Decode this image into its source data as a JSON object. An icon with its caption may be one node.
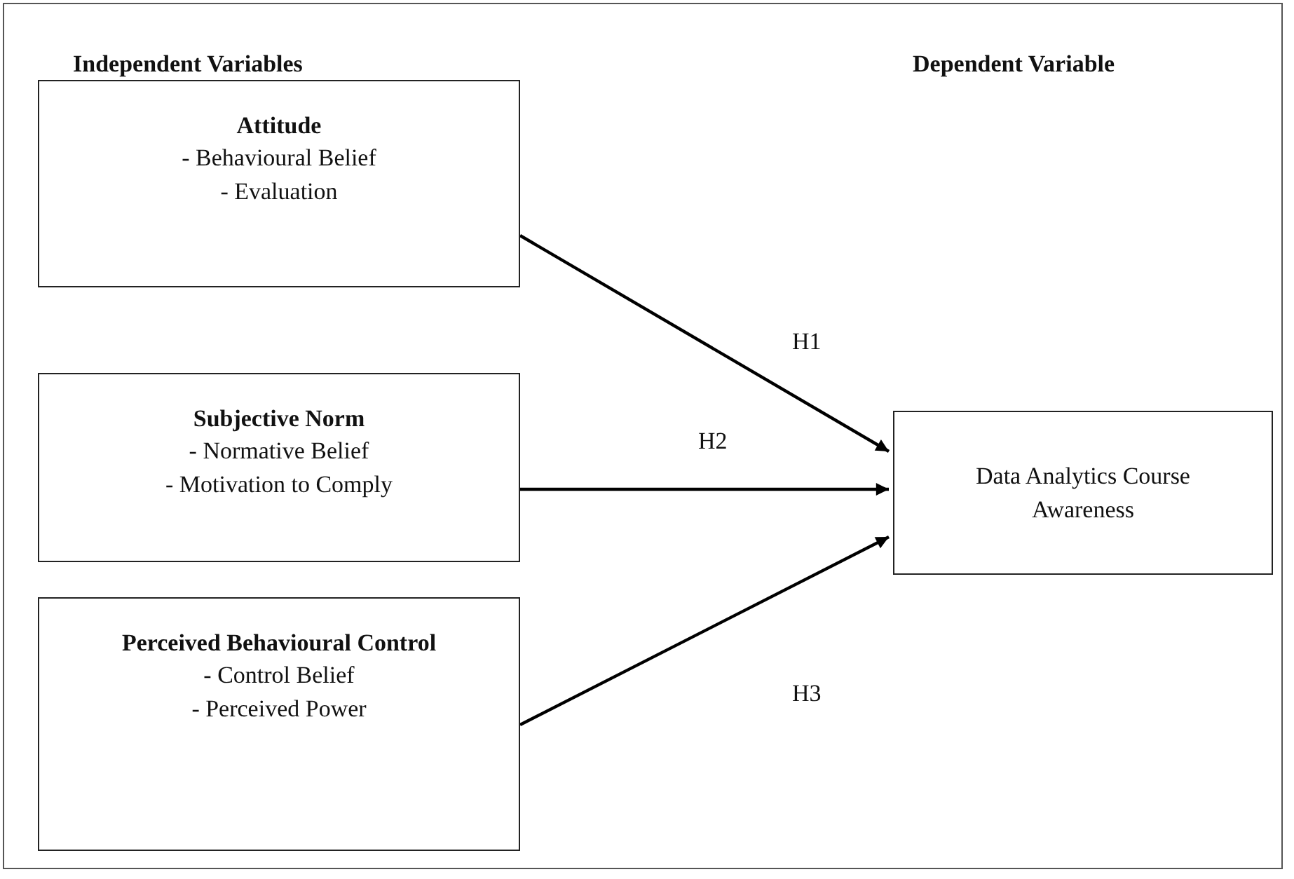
{
  "diagram": {
    "nodes": [
      {
        "text": [
          "Attitude",
          "- Behavioural Belief",
          "- Evaluation"
        ]
      },
      {
        "text": [
          "Subjective Norm",
          "- Normative Belief",
          "- Motivation to Comply"
        ]
      },
      {
        "text": [
          "Perceived Behavioural Control",
          "- Control Belief",
          "- Perceived Power"
        ]
      },
      {
        "text": [
          "Data Analytics Course Awareness"
        ]
      }
    ],
    "edges": [
      {
        "from": 0,
        "to": 3,
        "arrow": "to",
        "label": "H1"
      },
      {
        "from": 1,
        "to": 3,
        "arrow": "to",
        "label": "H2"
      },
      {
        "from": 2,
        "to": 3,
        "arrow": "to",
        "label": "H3"
      }
    ],
    "labels": [
      "Independent Variables",
      "Dependent Variable"
    ]
  }
}
